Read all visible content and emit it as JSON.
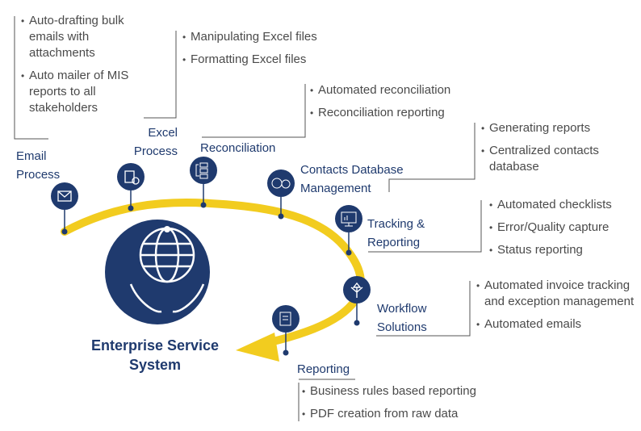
{
  "title": "Enterprise Service System",
  "colors": {
    "navy": "#1f3a6e",
    "arc": "#f2cc1f",
    "text": "#4a4a4a",
    "line": "#555555"
  },
  "center_icon": "globe-in-hands-icon",
  "nodes": [
    {
      "label": "Email Process",
      "icon": "envelope-icon",
      "bullets": [
        "Auto-drafting bulk emails with attachments",
        "Auto mailer of MIS reports to all stakeholders"
      ]
    },
    {
      "label": "Excel Process",
      "icon": "clipboard-gear-icon",
      "bullets": [
        "Manipulating Excel files",
        "Formatting Excel files"
      ]
    },
    {
      "label": "Reconciliation",
      "icon": "flowchart-icon",
      "bullets": [
        "Automated reconciliation",
        "Reconciliation reporting"
      ]
    },
    {
      "label": "Contacts Database Management",
      "icon": "contacts-database-icon",
      "bullets": [
        "Generating reports",
        "Centralized contacts database"
      ]
    },
    {
      "label": "Tracking & Reporting",
      "icon": "dashboard-monitor-icon",
      "bullets": [
        "Automated checklists",
        "Error/Quality capture",
        "Status reporting"
      ]
    },
    {
      "label": "Workflow Solutions",
      "icon": "branching-arrows-icon",
      "bullets": [
        "Automated invoice tracking and exception management",
        "Automated emails"
      ]
    },
    {
      "label": "Reporting",
      "icon": "document-pen-icon",
      "bullets": [
        "Business rules based reporting",
        "PDF creation from raw data"
      ]
    }
  ]
}
